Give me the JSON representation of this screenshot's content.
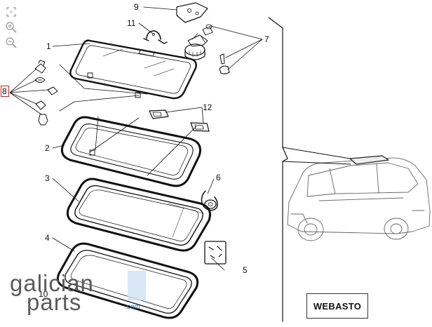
{
  "callouts": {
    "c1": "1",
    "c2": "2",
    "c3": "3",
    "c4": "4",
    "c5": "5",
    "c6": "6",
    "c7": "7",
    "c8": "8",
    "c9": "9",
    "c10": "10",
    "c11": "11",
    "c12": "12"
  },
  "brand_label": "WEBASTO",
  "watermark": {
    "line1": "galician",
    "line2": "parts",
    "domain": ".com",
    "accent_color": "#3a7fc4"
  },
  "toolbar": {
    "icons": [
      "fullscreen-icon",
      "zoom-in-icon",
      "zoom-out-icon"
    ]
  },
  "highlight_color": "#d21f1f"
}
